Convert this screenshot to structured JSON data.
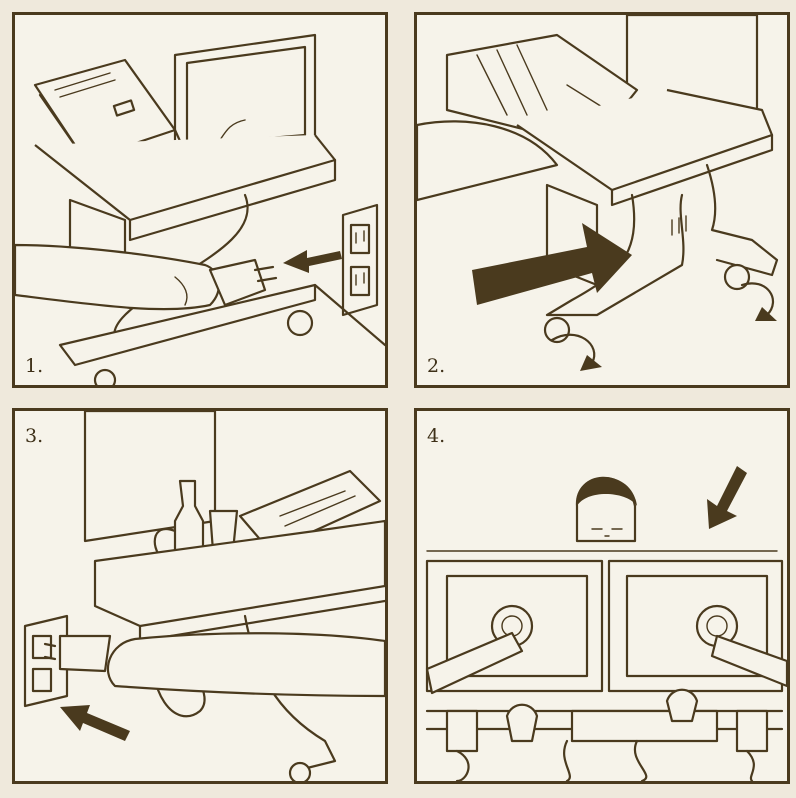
{
  "panels": [
    {
      "number": "1.",
      "icons": [
        "keyboard",
        "mouse",
        "monitor",
        "desk",
        "hand-unplugging",
        "power-plug",
        "wall-outlet",
        "arrow"
      ]
    },
    {
      "number": "2.",
      "icons": [
        "hands-on-keyboard",
        "desk",
        "large-arrow",
        "rolling-casters",
        "rotation-arrows"
      ]
    },
    {
      "number": "3.",
      "icons": [
        "desk",
        "bottle",
        "cup",
        "keyboard",
        "hand-plugging-in",
        "wall-outlet",
        "arrow"
      ]
    },
    {
      "number": "4.",
      "icons": [
        "person-face",
        "dual-monitors",
        "monitor-arms",
        "arrow",
        "desk",
        "cables"
      ]
    }
  ],
  "colors": {
    "ink": "#4a3a1e",
    "paper": "#f6f3ea",
    "background": "#efe9dc"
  }
}
